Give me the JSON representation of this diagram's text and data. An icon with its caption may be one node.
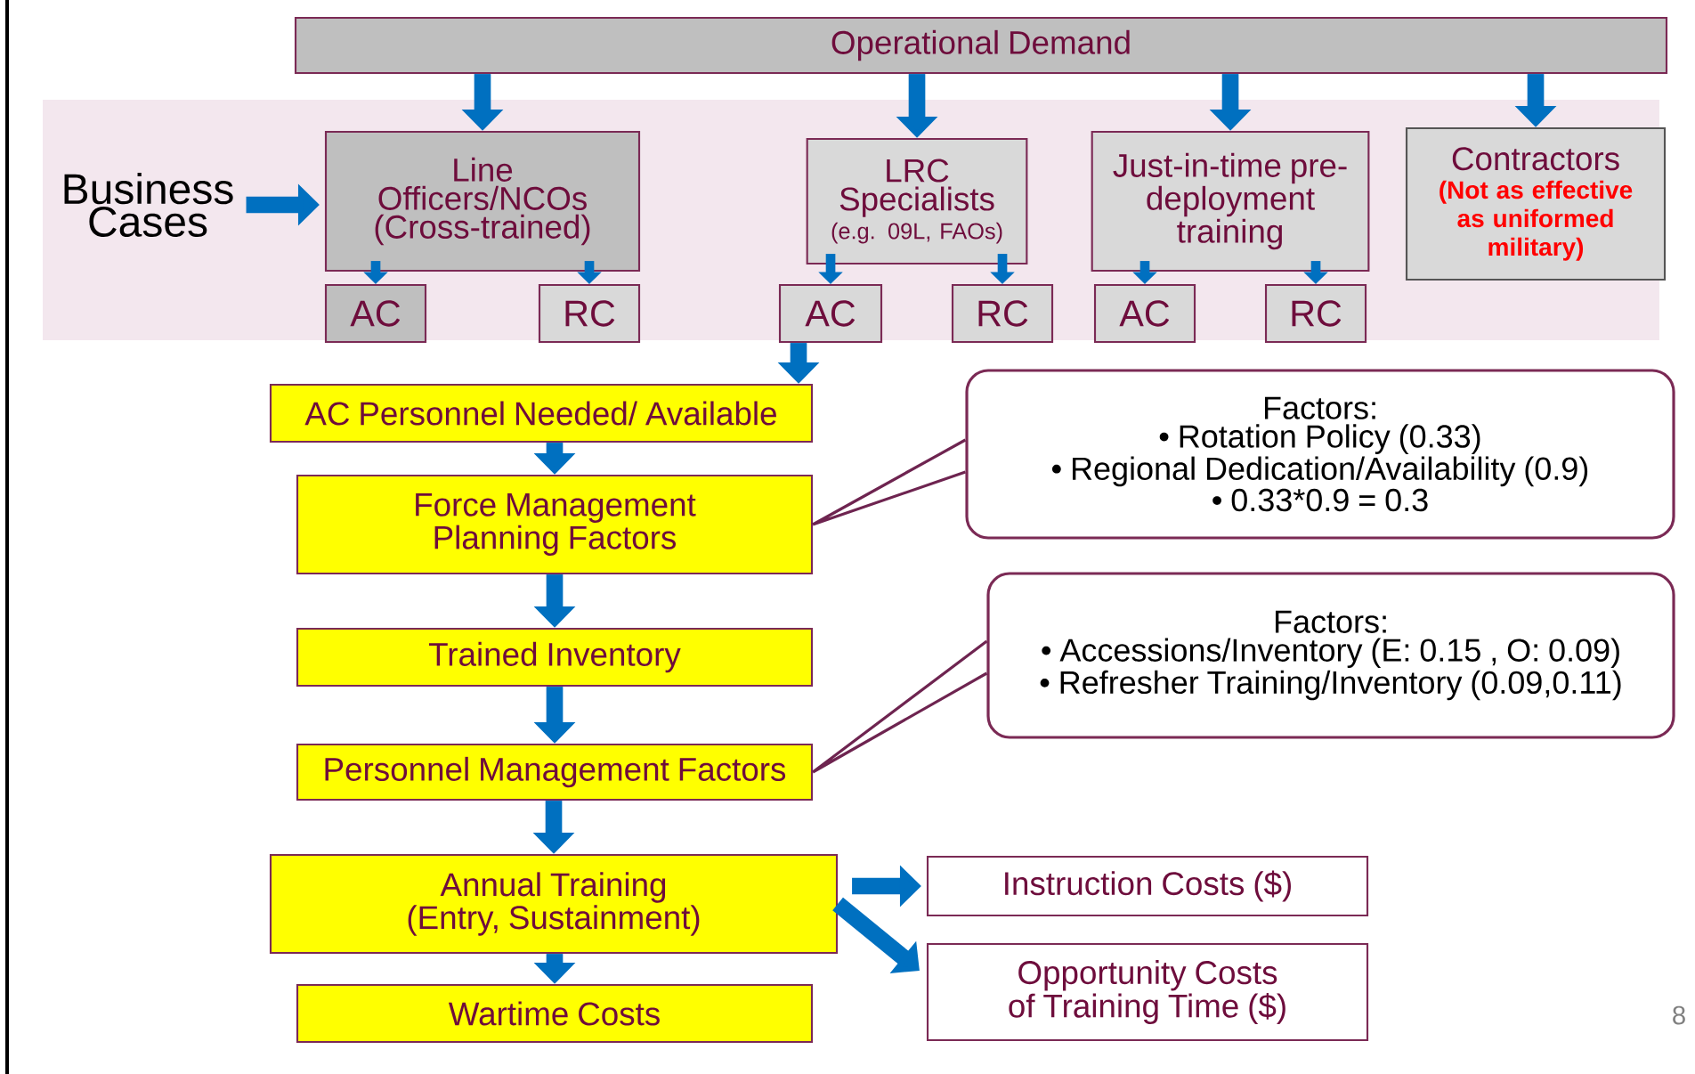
{
  "diagram": {
    "nodes": [
      {
        "text": [
          "Operational Demand"
        ]
      },
      {
        "text": [
          "Business Cases"
        ]
      },
      {
        "text": [
          "Line Officers/NCOs (Cross-trained)"
        ]
      },
      {
        "text": [
          "AC"
        ]
      },
      {
        "text": [
          "RC"
        ]
      },
      {
        "text": [
          "LRC Specialists",
          "(e.g. 09L, FAOs)"
        ]
      },
      {
        "text": [
          "AC"
        ]
      },
      {
        "text": [
          "RC"
        ]
      },
      {
        "text": [
          "Just-in-time pre-deployment training"
        ]
      },
      {
        "text": [
          "AC"
        ]
      },
      {
        "text": [
          "RC"
        ]
      },
      {
        "text": [
          "Contractors",
          "(Not as effective as uniformed military)"
        ]
      },
      {
        "text": [
          "AC Personnel Needed/ Available"
        ]
      },
      {
        "text": [
          "Force Management Planning Factors"
        ]
      },
      {
        "text": [
          "Trained Inventory"
        ]
      },
      {
        "text": [
          "Personnel Management Factors"
        ]
      },
      {
        "text": [
          "Annual Training (Entry, Sustainment)"
        ]
      },
      {
        "text": [
          "Wartime Costs"
        ]
      },
      {
        "text": [
          "Instruction Costs ($)"
        ]
      },
      {
        "text": [
          "Opportunity Costs of Training Time ($)"
        ]
      },
      {
        "text": [
          "Factors:",
          "• Rotation Policy (0.33)",
          "• Regional Dedication/Availability (0.9)",
          "• 0.33*0.9 = 0.3"
        ]
      },
      {
        "text": [
          "Factors:",
          "• Accessions/Inventory  (E: 0.15 , O: 0.09)",
          "• Refresher Training/Inventory  (0.09,0.11)"
        ]
      }
    ],
    "edges": [
      {
        "from": 0,
        "to": 2,
        "arrow": "to"
      },
      {
        "from": 0,
        "to": 5,
        "arrow": "to"
      },
      {
        "from": 0,
        "to": 8,
        "arrow": "to"
      },
      {
        "from": 0,
        "to": 11,
        "arrow": "to"
      },
      {
        "from": 1,
        "to": 2,
        "arrow": "to"
      },
      {
        "from": 2,
        "to": 3,
        "arrow": "to"
      },
      {
        "from": 2,
        "to": 4,
        "arrow": "to"
      },
      {
        "from": 5,
        "to": 6,
        "arrow": "to"
      },
      {
        "from": 5,
        "to": 7,
        "arrow": "to"
      },
      {
        "from": 8,
        "to": 9,
        "arrow": "to"
      },
      {
        "from": 8,
        "to": 10,
        "arrow": "to"
      },
      {
        "from": 6,
        "to": 12,
        "arrow": "to"
      },
      {
        "from": 12,
        "to": 13,
        "arrow": "to"
      },
      {
        "from": 13,
        "to": 14,
        "arrow": "to"
      },
      {
        "from": 14,
        "to": 15,
        "arrow": "to"
      },
      {
        "from": 15,
        "to": 16,
        "arrow": "to"
      },
      {
        "from": 16,
        "to": 17,
        "arrow": "to"
      },
      {
        "from": 16,
        "to": 18,
        "arrow": "to"
      },
      {
        "from": 16,
        "to": 19,
        "arrow": "to"
      },
      {
        "from": 20,
        "to": 13,
        "arrow": "none",
        "color": "#6e2450"
      },
      {
        "from": 21,
        "to": 15,
        "arrow": "none",
        "color": "#6e2450"
      }
    ],
    "labels": [
      "8"
    ]
  }
}
